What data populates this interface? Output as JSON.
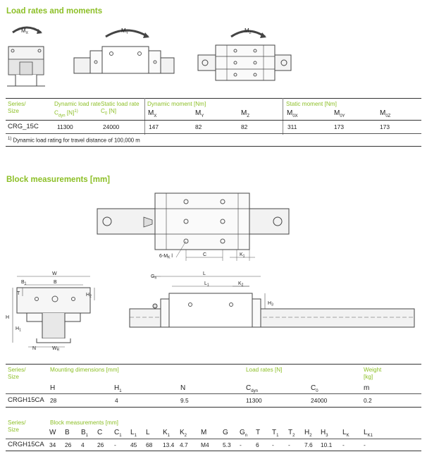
{
  "section1": {
    "title": "Load rates and moments"
  },
  "diagram_top": {
    "mx_label": "M",
    "mx_sub": "X",
    "my_label": "M",
    "my_sub": "Y",
    "mz_label": "M",
    "mz_sub": "Z"
  },
  "load_table": {
    "series_h1": "Series/",
    "series_h2": "Size",
    "dyn_load_h1": "Dynamic load rate",
    "dyn_load_h2a": "C",
    "dyn_load_h2sub": "dyn",
    "dyn_load_h2b": " [N]",
    "dyn_load_h2sup": "1)",
    "stat_load_h1": "Static load rate",
    "stat_load_h2a": "C",
    "stat_load_h2sub": "0",
    "stat_load_h2b": " [N]",
    "dyn_moment_h": "Dynamic moment [Nm]",
    "stat_moment_h": "Static moment [Nm]",
    "sym_mx": "M",
    "sym_mx_sub": "X",
    "sym_my": "M",
    "sym_my_sub": "Y",
    "sym_mz": "M",
    "sym_mz_sub": "Z",
    "sym_m0x": "M",
    "sym_m0x_sub": "0X",
    "sym_m0y": "M",
    "sym_m0y_sub": "0Y",
    "sym_m0z": "M",
    "sym_m0z_sub": "0Z",
    "row": {
      "series": "CRG_15C",
      "cdyn": "11300",
      "c0": "24000",
      "mx": "147",
      "my": "82",
      "mz": "82",
      "m0x": "311",
      "m0y": "173",
      "m0z": "173"
    },
    "footnote_sup": "1)",
    "footnote": " Dynamic load rating for travel distance of 100,000 m"
  },
  "section2": {
    "title": "Block measurements [mm]"
  },
  "diagram_mid": {
    "mk_label": "6-M",
    "mk_sub": "K",
    "mk_suffix": " l",
    "c_label": "C",
    "k1_label": "K",
    "k1_sub": "1"
  },
  "diagram_front": {
    "w": "W",
    "b": "B",
    "b1": "B",
    "b1_sub": "1",
    "t": "T",
    "h2": "H",
    "h2_sub": "2",
    "h": "H",
    "h1": "H",
    "h1_sub": "1",
    "n": "N",
    "wr": "W",
    "wr_sub": "R"
  },
  "diagram_side": {
    "g": "G",
    "g_sub": "n",
    "l": "L",
    "l1": "L",
    "l1_sub": "1",
    "k2": "K",
    "k2_sub": "2",
    "h3": "H",
    "h3_sub": "3"
  },
  "mount_table": {
    "series_h1": "Series/",
    "series_h2": "Size",
    "mount_h": "Mounting dimensions [mm]",
    "load_h": "Load rates [N]",
    "weight_h1": "Weight",
    "weight_h2": "[kg]",
    "sym_h": "H",
    "sym_h1": "H",
    "sym_h1_sub": "1",
    "sym_n": "N",
    "sym_cdyn": "C",
    "sym_cdyn_sub": "dyn",
    "sym_c0": "C",
    "sym_c0_sub": "0",
    "sym_m": "m",
    "row": {
      "series": "CRGH15CA",
      "h": "28",
      "h1": "4",
      "n": "9.5",
      "cdyn": "11300",
      "c0": "24000",
      "m": "0.2"
    }
  },
  "block_table": {
    "series_h1": "Series/",
    "series_h2": "Size",
    "block_h": "Block measurements [mm]",
    "symbols": [
      {
        "s": "W",
        "sub": ""
      },
      {
        "s": "B",
        "sub": ""
      },
      {
        "s": "B",
        "sub": "1"
      },
      {
        "s": "C",
        "sub": ""
      },
      {
        "s": "C",
        "sub": "1"
      },
      {
        "s": "L",
        "sub": "1"
      },
      {
        "s": "L",
        "sub": ""
      },
      {
        "s": "K",
        "sub": "1"
      },
      {
        "s": "K",
        "sub": "2"
      },
      {
        "s": "M",
        "sub": ""
      },
      {
        "s": "G",
        "sub": ""
      },
      {
        "s": "G",
        "sub": "n"
      },
      {
        "s": "T",
        "sub": ""
      },
      {
        "s": "T",
        "sub": "1"
      },
      {
        "s": "T",
        "sub": "2"
      },
      {
        "s": "H",
        "sub": "2"
      },
      {
        "s": "H",
        "sub": "3"
      },
      {
        "s": "L",
        "sub": "K"
      },
      {
        "s": "L",
        "sub": "K1"
      }
    ],
    "row_series": "CRGH15CA",
    "values": [
      "34",
      "26",
      "4",
      "26",
      "-",
      "45",
      "68",
      "13.4",
      "4.7",
      "M4",
      "5.3",
      "-",
      "6",
      "-",
      "-",
      "7.6",
      "10.1",
      "-",
      "-"
    ]
  }
}
